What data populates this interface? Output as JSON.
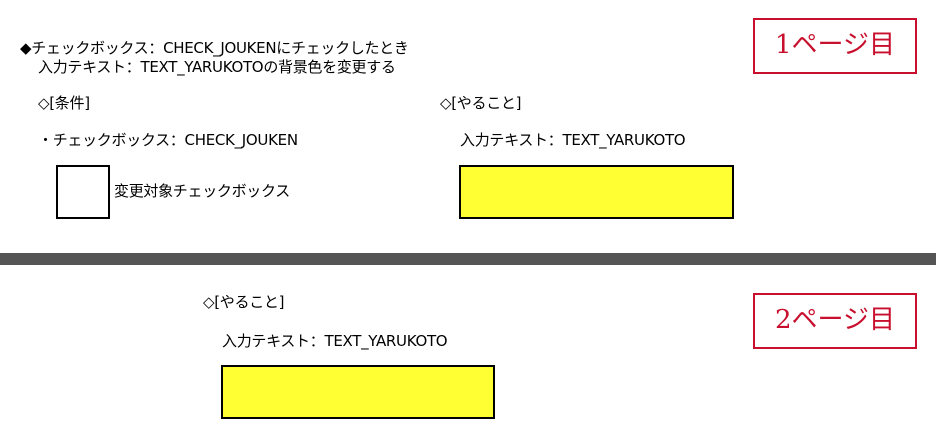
{
  "page1": {
    "heading_line1": "◆チェックボックス：CHECK_JOUKENにチェックしたとき",
    "heading_line2": "入力テキスト：TEXT_YARUKOTOの背景色を変更する",
    "page_label": "1ページ目",
    "condition_title": "◇[条件]",
    "condition_item": "・チェックボックス：CHECK_JOUKEN",
    "checkbox_label": "変更対象チェックボックス",
    "action_title": "◇[やること]",
    "action_item": "入力テキスト：TEXT_YARUKOTO"
  },
  "page2": {
    "page_label": "2ページ目",
    "action_title": "◇[やること]",
    "action_item": "入力テキスト：TEXT_YARUKOTO"
  },
  "colors": {
    "label_border": "#c8102e",
    "highlight": "#ffff33",
    "divider": "#555555"
  }
}
